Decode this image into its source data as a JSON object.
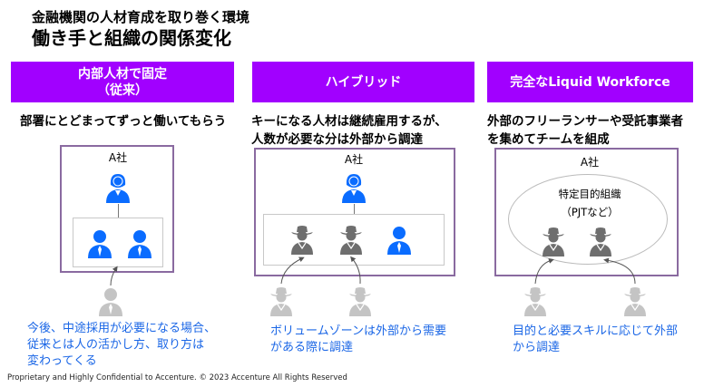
{
  "title": {
    "line1": "金融機関の人材育成を取り巻く環境",
    "line2": "働き手と組織の関係変化"
  },
  "columns": [
    {
      "header": [
        "内部人材で固定",
        "（従来）"
      ],
      "lead": [
        "部署にとどまってずっと働いてもらう"
      ],
      "company": "A社",
      "note": [
        "今後、中途採用が必要になる場合、",
        "従来とは人の活かし方、取り方は",
        "変わってくる"
      ]
    },
    {
      "header": [
        "ハイブリッド"
      ],
      "lead": [
        "キーになる人材は継続雇用するが、",
        "人数が必要な分は外部から調達"
      ],
      "company": "A社",
      "note": [
        "ボリュームゾーンは外部から需要",
        "がある際に調達"
      ]
    },
    {
      "header": [
        "完全なLiquid Workforce"
      ],
      "lead": [
        "外部のフリーランサーや受託事業者",
        "を集めてチームを組成"
      ],
      "company": "A社",
      "group": [
        "特定目的組織",
        "（PJTなど）"
      ],
      "note": [
        "目的と必要スキルに応じて外部",
        "から調達"
      ]
    }
  ],
  "footer": "Proprietary and Highly Confidential to Accenture.   © 2023 Accenture All Rights Reserved",
  "colors": {
    "accent": "#a100ff",
    "employee": "#0a6cff",
    "external_inside": "#6e6e6e",
    "external_outside": "#c4c4c4",
    "note": "#1a66e6"
  }
}
